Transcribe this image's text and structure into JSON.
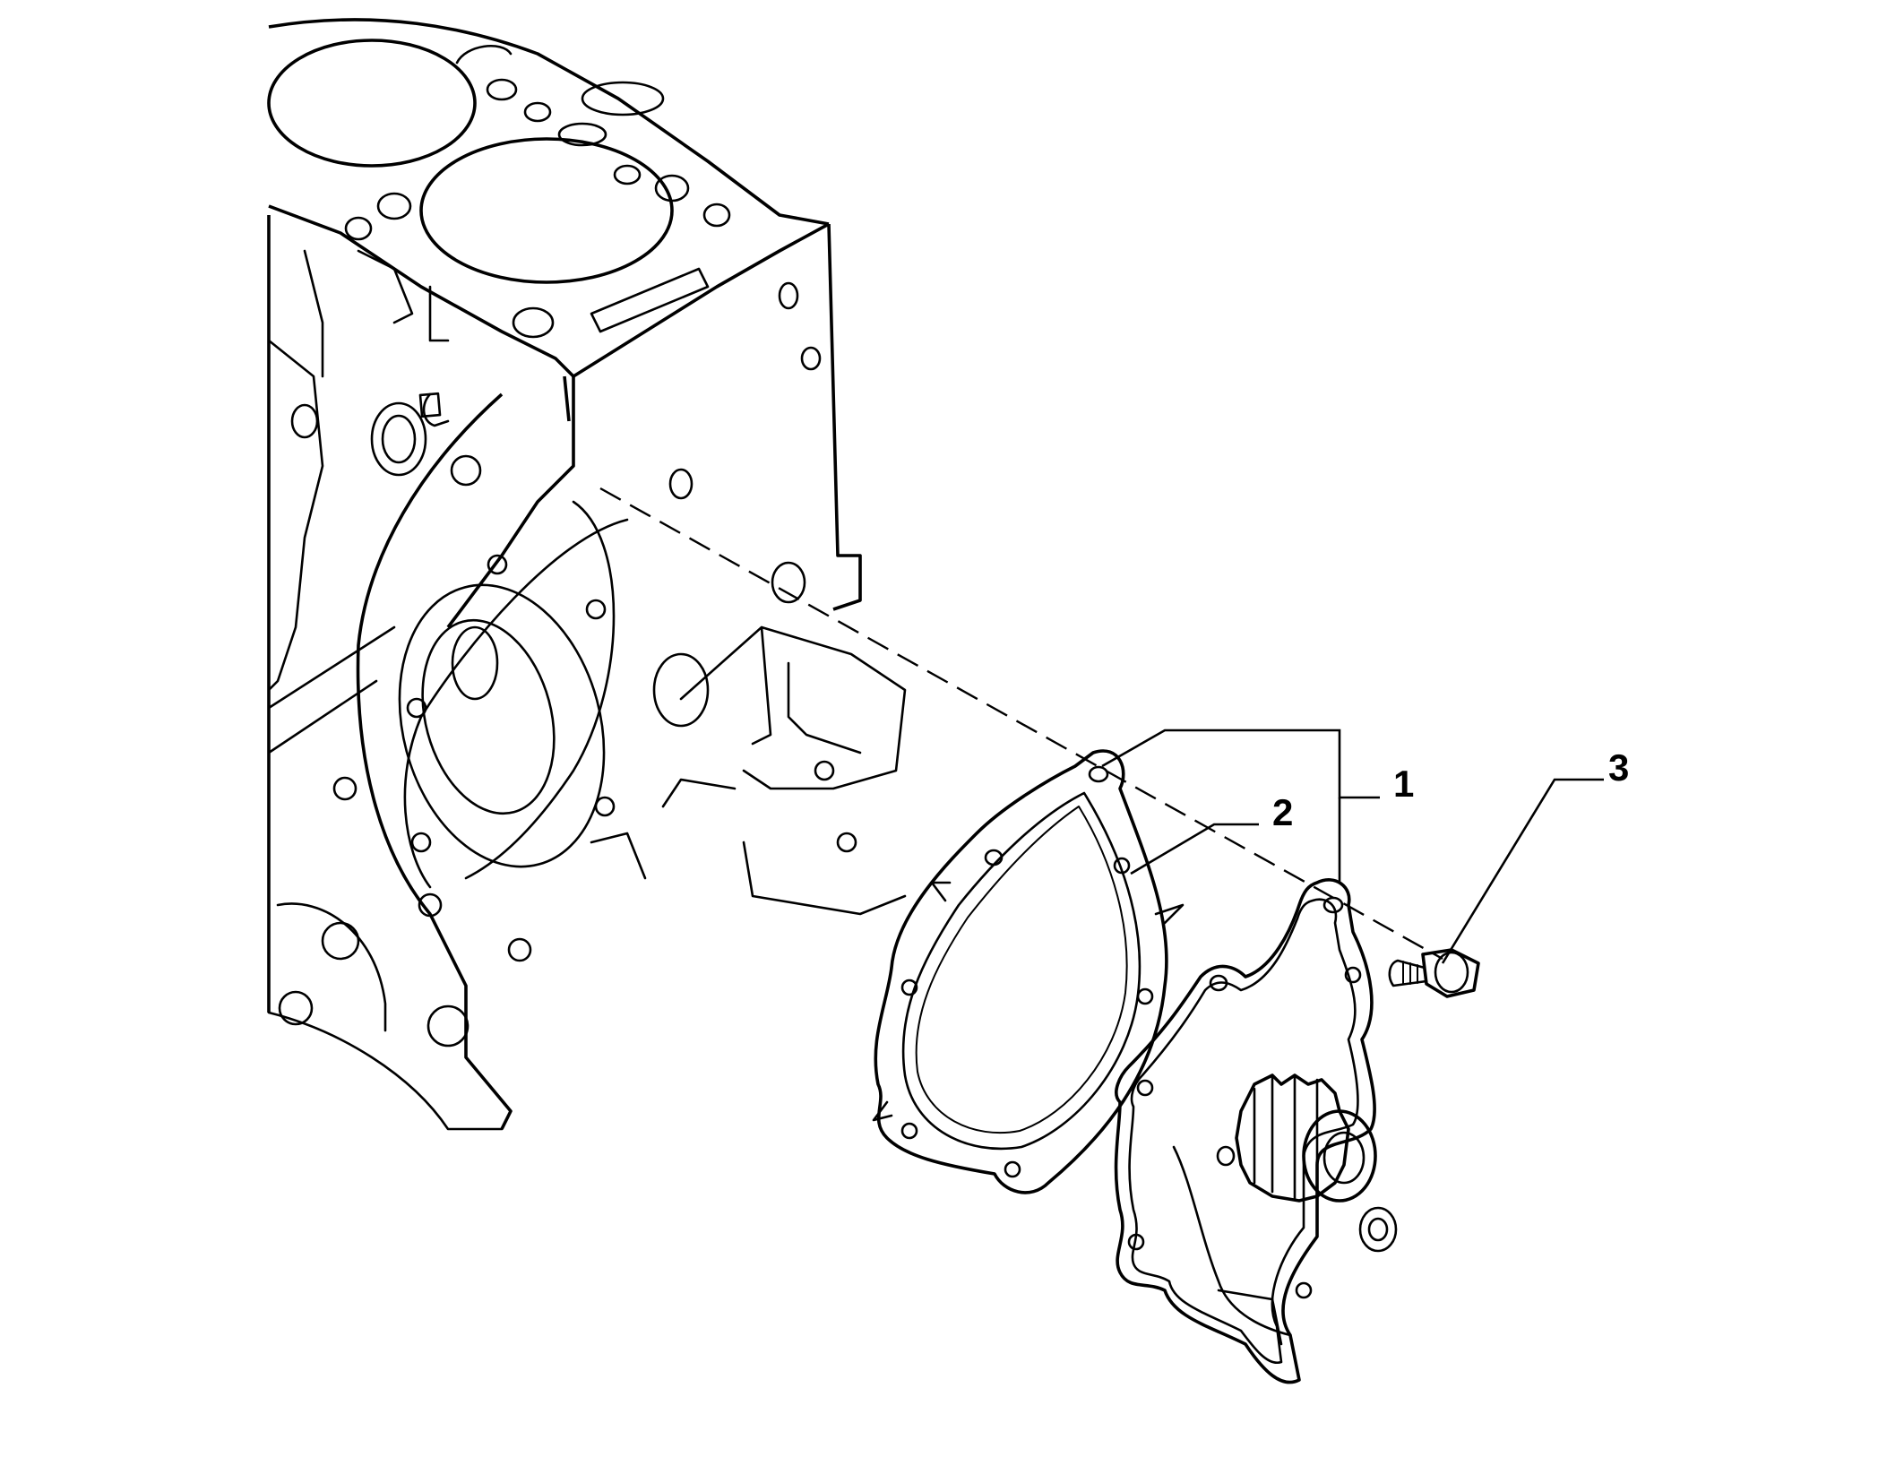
{
  "callouts": {
    "part_1": "1",
    "part_2": "2",
    "part_3": "3"
  },
  "parts": {
    "part_1": {
      "icon": "water-pump-icon"
    },
    "part_2": {
      "icon": "gasket-icon"
    },
    "part_3": {
      "icon": "bolt-icon"
    }
  }
}
